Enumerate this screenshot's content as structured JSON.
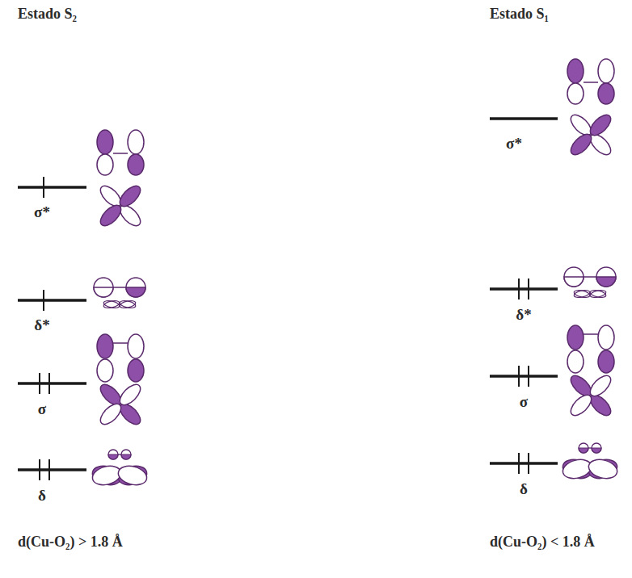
{
  "diagram": {
    "labels": [
      "Estado S₂",
      "Estado S₁",
      "σ*",
      "δ*",
      "σ",
      "δ",
      "σ*",
      "δ*",
      "σ",
      "δ",
      "d(Cu-O₂) > 1.8 Å",
      "d(Cu-O₂) < 1.8 Å"
    ]
  }
}
